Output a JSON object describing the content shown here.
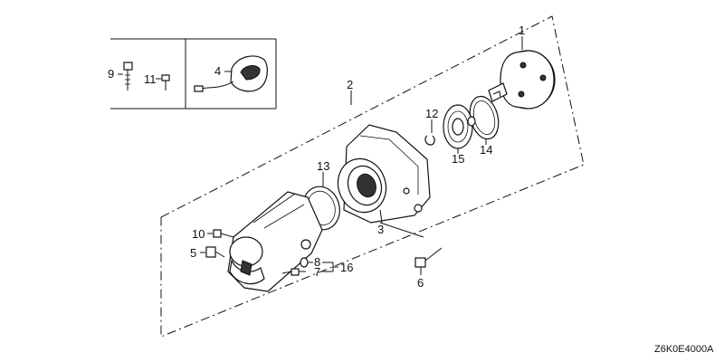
{
  "diagram": {
    "drawing_code": "Z6K0E4000A",
    "callouts": [
      "1",
      "2",
      "3",
      "4",
      "5",
      "6",
      "7",
      "8",
      "9",
      "10",
      "11",
      "12",
      "13",
      "14",
      "15",
      "16"
    ]
  }
}
